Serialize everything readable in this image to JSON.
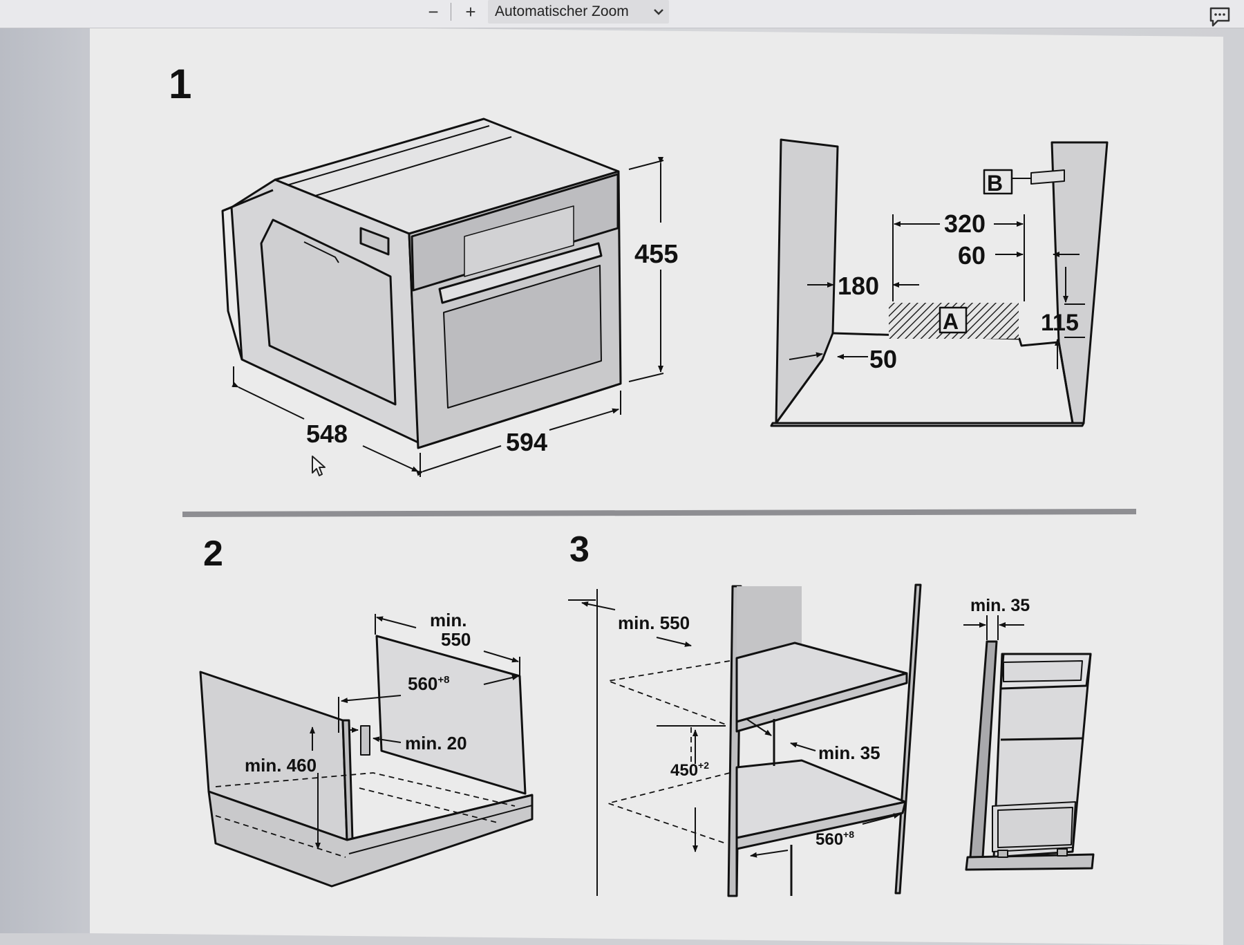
{
  "toolbar": {
    "zoom_out": "−",
    "zoom_in": "+",
    "zoom_value": "Automatischer Zoom"
  },
  "figures": {
    "fig1": {
      "number": "1",
      "depth": "548",
      "width": "594",
      "height": "455",
      "dim_320": "320",
      "dim_60": "60",
      "dim_180": "180",
      "dim_115": "115",
      "dim_50": "50",
      "label_a": "A",
      "label_b": "B"
    },
    "fig2": {
      "number": "2",
      "min_depth_line1": "min.",
      "min_depth_line2": "550",
      "width": "560",
      "width_tol": "+8",
      "min_20": "min. 20",
      "min_460": "min. 460"
    },
    "fig3": {
      "number": "3",
      "min_550": "min. 550",
      "height": "450",
      "height_tol": "+2",
      "min_35": "min. 35",
      "width": "560",
      "width_tol": "+8",
      "side_min_35": "min. 35"
    }
  },
  "colors": {
    "page": "#ebebeb",
    "line": "#111111",
    "panel_fill": "#d9d9da",
    "divider": "#8e8e92"
  }
}
